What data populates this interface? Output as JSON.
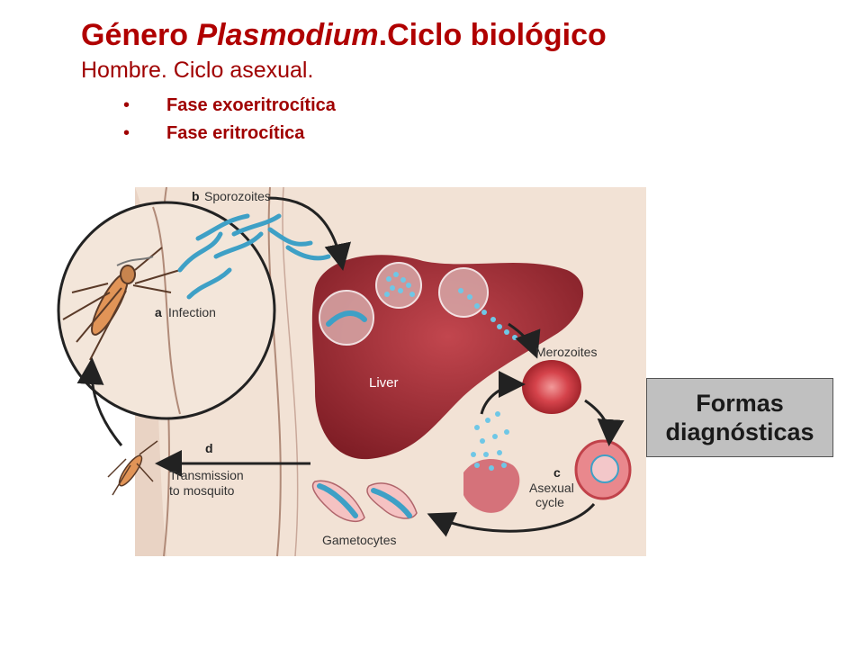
{
  "header": {
    "title_prefix": "Género ",
    "title_italic": "Plasmodium",
    "title_suffix": ".Ciclo biológico",
    "subtitle": "Hombre. Ciclo asexual."
  },
  "bullets": [
    {
      "marker": "•",
      "text": "Fase exoeritrocítica"
    },
    {
      "marker": "•",
      "text": "Fase eritrocítica"
    }
  ],
  "diagram": {
    "labels": {
      "b_letter": "b",
      "sporozoites": "Sporozoites",
      "a_letter": "a",
      "infection": "Infection",
      "liver": "Liver",
      "merozoites": "Merozoites",
      "c_letter": "c",
      "asexual": "Asexual",
      "cycle": "cycle",
      "d_letter": "d",
      "transmission": "Transmission",
      "to_mosquito": "to mosquito",
      "gametocytes": "Gametocytes"
    },
    "colors": {
      "liver": "#a8313a",
      "parasite": "#6fc7e6",
      "rbc": "#d9474f",
      "arrow": "#222222"
    }
  },
  "callout": {
    "line1": "Formas",
    "line2": "diagnósticas"
  }
}
